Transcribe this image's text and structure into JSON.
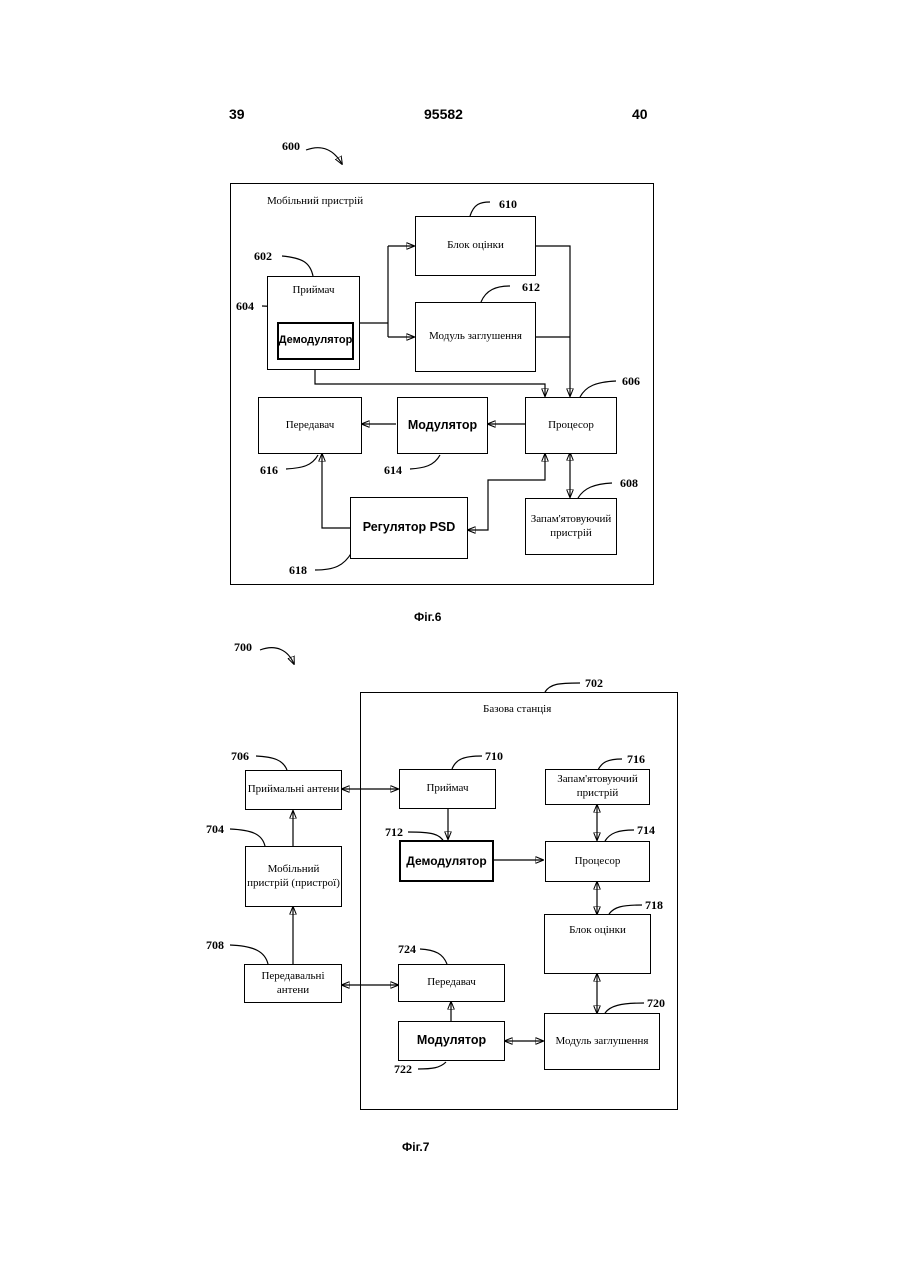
{
  "header": {
    "page_left": "39",
    "patent_number": "95582",
    "page_right": "40"
  },
  "fig6": {
    "ref": "600",
    "frame_title": "Мобільний пристрій",
    "caption": "Фіг.6",
    "receiver": {
      "label": "Приймач",
      "ref": "602"
    },
    "demodulator": {
      "label": "Демодулятор",
      "ref": "604"
    },
    "estimator": {
      "label": "Блок оцінки",
      "ref": "610"
    },
    "suppression": {
      "label": "Модуль заглушення",
      "ref": "612"
    },
    "processor": {
      "label": "Процесор",
      "ref": "606"
    },
    "memory": {
      "label": "Запам'ятовуючий пристрій",
      "ref": "608"
    },
    "modulator": {
      "label": "Модулятор",
      "ref": "614"
    },
    "transmitter": {
      "label": "Передавач",
      "ref": "616"
    },
    "psd": {
      "label": "Регулятор PSD",
      "ref": "618"
    }
  },
  "fig7": {
    "ref": "700",
    "frame_title": "Базова станція",
    "frame_ref": "702",
    "caption": "Фіг.7",
    "rx_antennas": {
      "label": "Приймальні антени",
      "ref": "706"
    },
    "mobile": {
      "label": "Мобільний пристрій (пристрої)",
      "ref": "704"
    },
    "tx_antennas": {
      "label": "Передавальні антени",
      "ref": "708"
    },
    "receiver": {
      "label": "Приймач",
      "ref": "710"
    },
    "demodulator": {
      "label": "Демодулятор",
      "ref": "712"
    },
    "memory": {
      "label": "Запам'ятовуючий пристрій",
      "ref": "716"
    },
    "processor": {
      "label": "Процесор",
      "ref": "714"
    },
    "estimator": {
      "label": "Блок оцінки",
      "ref": "718"
    },
    "suppression": {
      "label": "Модуль заглушення",
      "ref": "720"
    },
    "transmitter": {
      "label": "Передавач",
      "ref": "724"
    },
    "modulator": {
      "label": "Модулятор",
      "ref": "722"
    }
  }
}
